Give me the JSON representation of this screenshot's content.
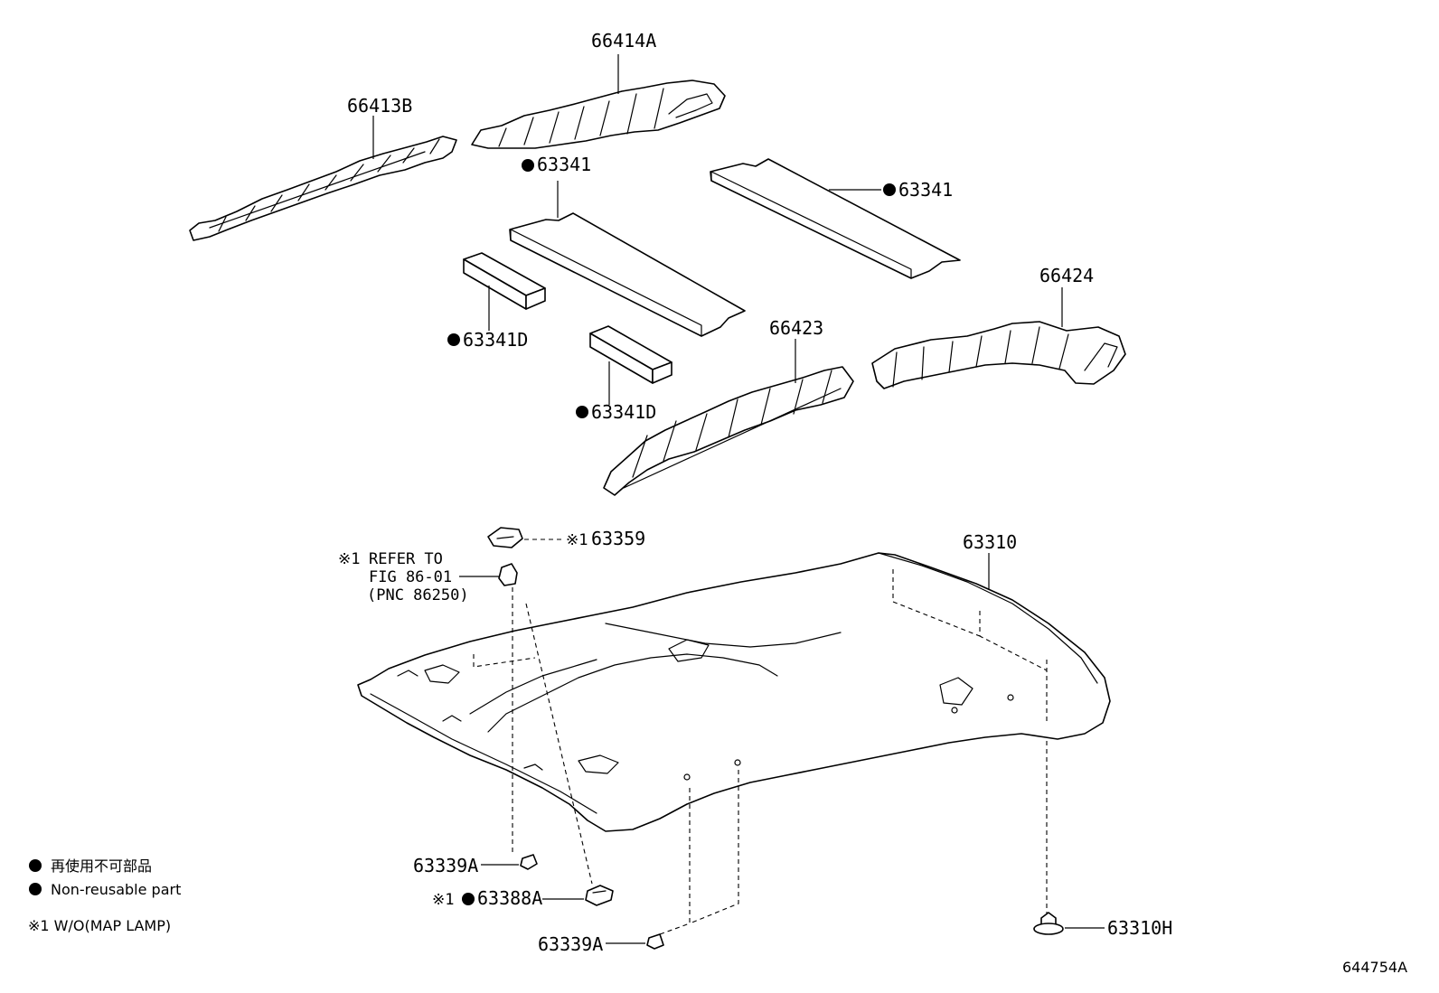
{
  "parts": {
    "p66414A": "66414A",
    "p66413B": "66413B",
    "p63341_a": "63341",
    "p63341_b": "63341",
    "p63341D_a": "63341D",
    "p63341D_b": "63341D",
    "p66424": "66424",
    "p66423": "66423",
    "p63359": "63359",
    "p63310": "63310",
    "p63339A_a": "63339A",
    "p63388A": "63388A",
    "p63339A_b": "63339A",
    "p63310H": "63310H"
  },
  "marks": {
    "note1": "※1"
  },
  "refer": {
    "line1": "REFER TO",
    "line2": "FIG 86-01",
    "line3": "(PNC 86250)"
  },
  "legend": {
    "jp": "再使用不可部品",
    "en": "Non-reusable part",
    "note": "※1 W/O(MAP LAMP)"
  },
  "figure_id": "644754A"
}
